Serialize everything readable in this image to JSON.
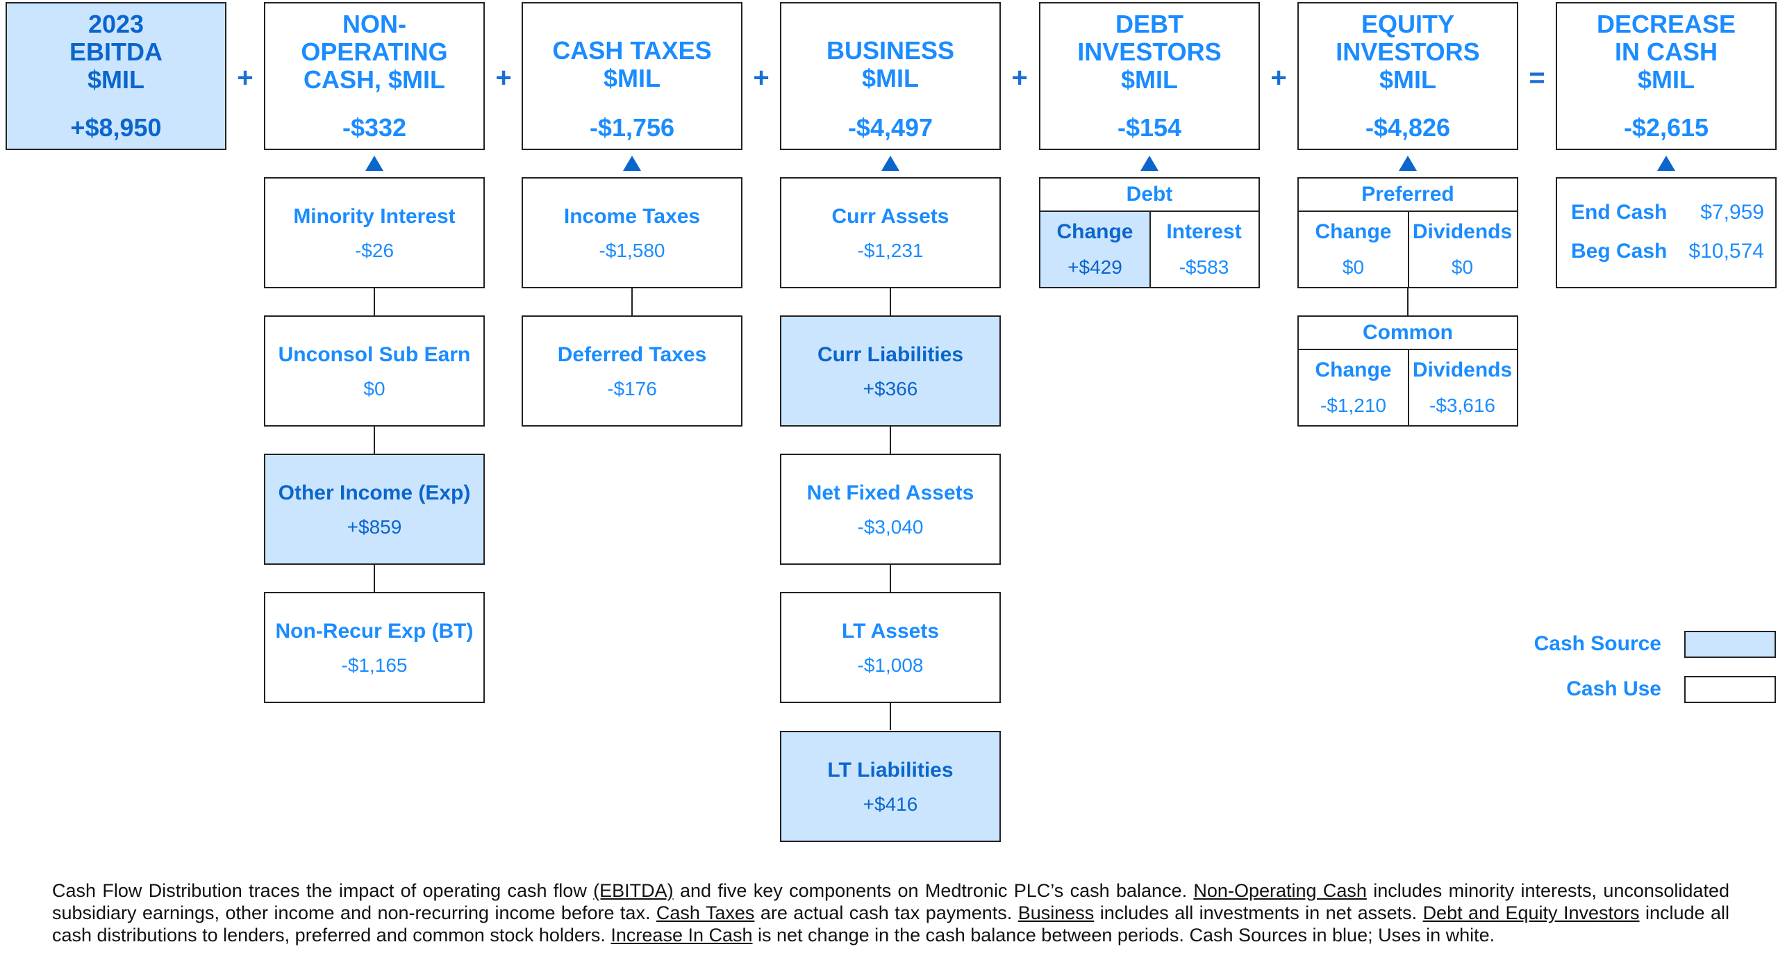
{
  "colors": {
    "source_fill": "#cce5ff",
    "text_blue": "#1a8cff",
    "dark_blue": "#0b66cc",
    "border": "#222222"
  },
  "operators": [
    "+",
    "+",
    "+",
    "+",
    "+",
    "="
  ],
  "columns": [
    {
      "title": "2023\nEBITDA\n$MIL",
      "value": "+$8,950",
      "source": true,
      "items": []
    },
    {
      "title": "NON-\nOPERATING\nCASH, $MIL",
      "value": "-$332",
      "source": false,
      "items": [
        {
          "label": "Minority Interest",
          "value": "-$26",
          "source": false
        },
        {
          "label": "Unconsol Sub Earn",
          "value": "$0",
          "source": false
        },
        {
          "label": "Other Income (Exp)",
          "value": "+$859",
          "source": true
        },
        {
          "label": "Non-Recur Exp (BT)",
          "value": "-$1,165",
          "source": false
        }
      ]
    },
    {
      "title": "CASH TAXES\n$MIL",
      "value": "-$1,756",
      "source": false,
      "items": [
        {
          "label": "Income Taxes",
          "value": "-$1,580",
          "source": false
        },
        {
          "label": "Deferred Taxes",
          "value": "-$176",
          "source": false
        }
      ]
    },
    {
      "title": "BUSINESS\n$MIL",
      "value": "-$4,497",
      "source": false,
      "items": [
        {
          "label": "Curr Assets",
          "value": "-$1,231",
          "source": false
        },
        {
          "label": "Curr Liabilities",
          "value": "+$366",
          "source": true
        },
        {
          "label": "Net Fixed Assets",
          "value": "-$3,040",
          "source": false
        },
        {
          "label": "LT Assets",
          "value": "-$1,008",
          "source": false
        },
        {
          "label": "LT Liabilities",
          "value": "+$416",
          "source": true
        }
      ]
    },
    {
      "title": "DEBT\nINVESTORS\n$MIL",
      "value": "-$154",
      "source": false
    },
    {
      "title": "EQUITY\nINVESTORS\n$MIL",
      "value": "-$4,826",
      "source": false
    },
    {
      "title": "DECREASE\nIN CASH\n$MIL",
      "value": "-$2,615",
      "source": false
    }
  ],
  "debt": {
    "header": "Debt",
    "cells": [
      {
        "label": "Change",
        "value": "+$429",
        "source": true
      },
      {
        "label": "Interest",
        "value": "-$583",
        "source": false
      }
    ]
  },
  "equity": [
    {
      "header": "Preferred",
      "cells": [
        {
          "label": "Change",
          "value": "$0"
        },
        {
          "label": "Dividends",
          "value": "$0"
        }
      ]
    },
    {
      "header": "Common",
      "cells": [
        {
          "label": "Change",
          "value": "-$1,210"
        },
        {
          "label": "Dividends",
          "value": "-$3,616"
        }
      ]
    }
  ],
  "cash": [
    {
      "label": "End Cash",
      "value": "$7,959"
    },
    {
      "label": "Beg Cash",
      "value": "$10,574"
    }
  ],
  "legend": {
    "source": "Cash Source",
    "use": "Cash Use"
  },
  "footer": [
    {
      "t": "Cash Flow Distribution traces the impact of operating cash flow "
    },
    {
      "t": "(EBITDA)",
      "u": true
    },
    {
      "t": " and five key components on Medtronic PLC’s cash balance.  "
    },
    {
      "t": "Non-Operating  Cash",
      "u": true
    },
    {
      "t": " includes minority interests, unconsolidated subsidiary earnings, other income and non-recurring  income before tax. "
    },
    {
      "t": "Cash Taxes",
      "u": true
    },
    {
      "t": " are actual cash tax payments. "
    },
    {
      "t": "Business",
      "u": true
    },
    {
      "t": " includes all investments in net assets. "
    },
    {
      "t": "Debt and Equity Investors",
      "u": true
    },
    {
      "t": " include all cash distributions to lenders, preferred and common stock holders.  "
    },
    {
      "t": "Increase In Cash",
      "u": true
    },
    {
      "t": " is net change in the cash balance between periods.  Cash Sources in blue;  Uses in white."
    }
  ]
}
